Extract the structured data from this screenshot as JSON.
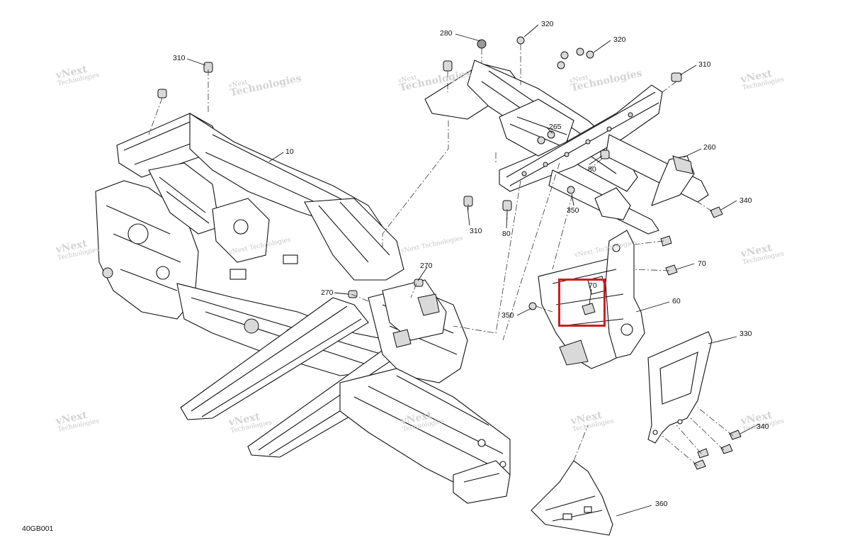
{
  "diagram": {
    "code": "40GB001",
    "callouts": {
      "c280": "280",
      "c320a": "320",
      "c320b": "320",
      "c310a": "310",
      "c310b": "310",
      "c310c": "310",
      "c10": "10",
      "c265": "265",
      "c260": "260",
      "c80a": "80",
      "c80b": "80",
      "c340a": "340",
      "c340b": "340",
      "c350a": "350",
      "c350b": "350",
      "c270a": "270",
      "c270b": "270",
      "c70a": "70",
      "c70b": "70",
      "c60": "60",
      "c330": "330",
      "c360": "360"
    },
    "watermark": {
      "line1": "vNext",
      "line2": "Technologies",
      "inline": "vNext Technologies"
    },
    "highlight_color": "#cc1f1f"
  }
}
